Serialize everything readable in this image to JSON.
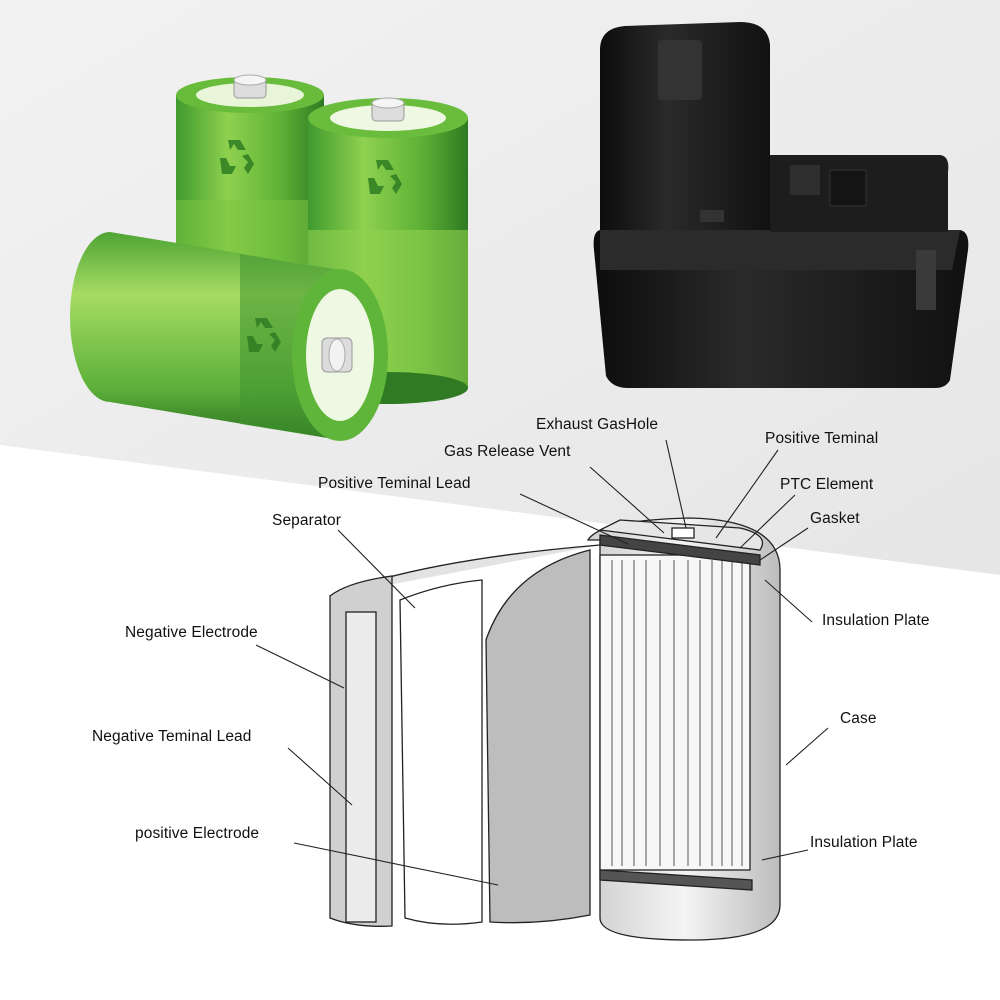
{
  "colors": {
    "battery_green_light": "#8fd14f",
    "battery_green_dark": "#2f8a2b",
    "battery_pack": "#1a1a1a",
    "line": "#222222"
  },
  "icons": [
    "recycle-icon"
  ],
  "labels": {
    "exhaust_gas_hole": "Exhaust GasHole",
    "gas_release_vent": "Gas Release Vent",
    "positive_terminal_lead": "Positive Teminal Lead",
    "positive_terminal": "Positive Teminal",
    "ptc_element": "PTC Element",
    "gasket": "Gasket",
    "separator": "Separator",
    "insulation_plate_top": "Insulation Plate",
    "negative_electrode": "Negative Electrode",
    "case": "Case",
    "negative_terminal_lead": "Negative Teminal Lead",
    "positive_electrode": "positive Electrode",
    "insulation_plate_bottom": "Insulation Plate"
  }
}
